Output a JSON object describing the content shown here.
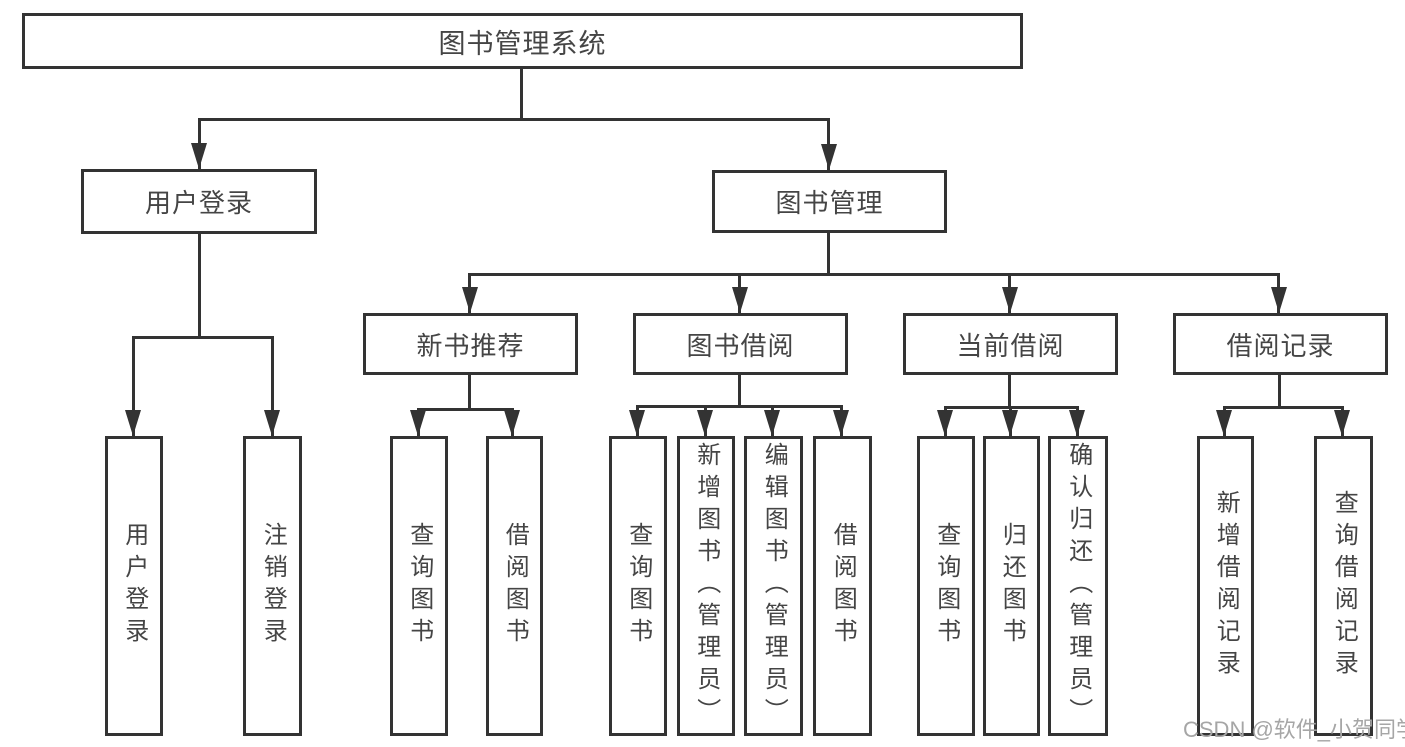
{
  "diagram": {
    "root": {
      "label": "图书管理系统"
    },
    "branches": [
      {
        "label": "用户登录",
        "children": [
          {
            "label": "用户登录"
          },
          {
            "label": "注销登录"
          }
        ]
      },
      {
        "label": "图书管理",
        "children": [
          {
            "label": "新书推荐",
            "children": [
              {
                "label": "查询图书"
              },
              {
                "label": "借阅图书"
              }
            ]
          },
          {
            "label": "图书借阅",
            "children": [
              {
                "label": "查询图书"
              },
              {
                "label": "新增图书（管理员）"
              },
              {
                "label": "编辑图书（管理员）"
              },
              {
                "label": "借阅图书"
              }
            ]
          },
          {
            "label": "当前借阅",
            "children": [
              {
                "label": "查询图书"
              },
              {
                "label": "归还图书"
              },
              {
                "label": "确认归还（管理员）"
              }
            ]
          },
          {
            "label": "借阅记录",
            "children": [
              {
                "label": "新增借阅记录"
              },
              {
                "label": "查询借阅记录"
              }
            ]
          }
        ]
      }
    ]
  },
  "watermark": {
    "text": "CSDN @软件_小贺同学"
  },
  "colors": {
    "line": "#333333",
    "text": "#454545",
    "watermark": "#a6a6a6",
    "background": "#ffffff"
  }
}
